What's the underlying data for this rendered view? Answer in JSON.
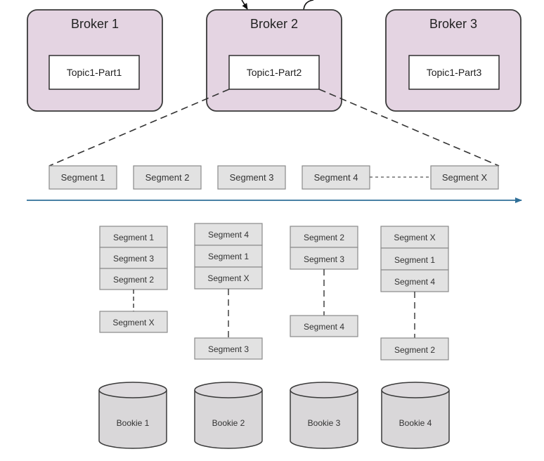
{
  "colors": {
    "broker_fill": "#e4d4e2",
    "broker_stroke": "#3a3a3a",
    "segment_fill": "#e2e2e2",
    "segment_stroke": "#8a8a8a",
    "timeline": "#2f6f98",
    "bookie_fill": "#d9d7d9"
  },
  "brokers": [
    {
      "title": "Broker 1",
      "partition": "Topic1-Part1"
    },
    {
      "title": "Broker 2",
      "partition": "Topic1-Part2"
    },
    {
      "title": "Broker 3",
      "partition": "Topic1-Part3"
    }
  ],
  "segments": [
    "Segment 1",
    "Segment 2",
    "Segment 3",
    "Segment 4",
    "Segment X"
  ],
  "bookies": [
    {
      "label": "Bookie 1",
      "top": [
        "Segment 1",
        "Segment 3",
        "Segment 2"
      ],
      "bottom": "Segment X"
    },
    {
      "label": "Bookie 2",
      "top": [
        "Segment 4",
        "Segment 1",
        "Segment X"
      ],
      "bottom": "Segment 3"
    },
    {
      "label": "Bookie 3",
      "top": [
        "Segment 2",
        "Segment 3"
      ],
      "bottom": "Segment 4"
    },
    {
      "label": "Bookie 4",
      "top": [
        "Segment X",
        "Segment 1",
        "Segment 4"
      ],
      "bottom": "Segment 2"
    }
  ]
}
